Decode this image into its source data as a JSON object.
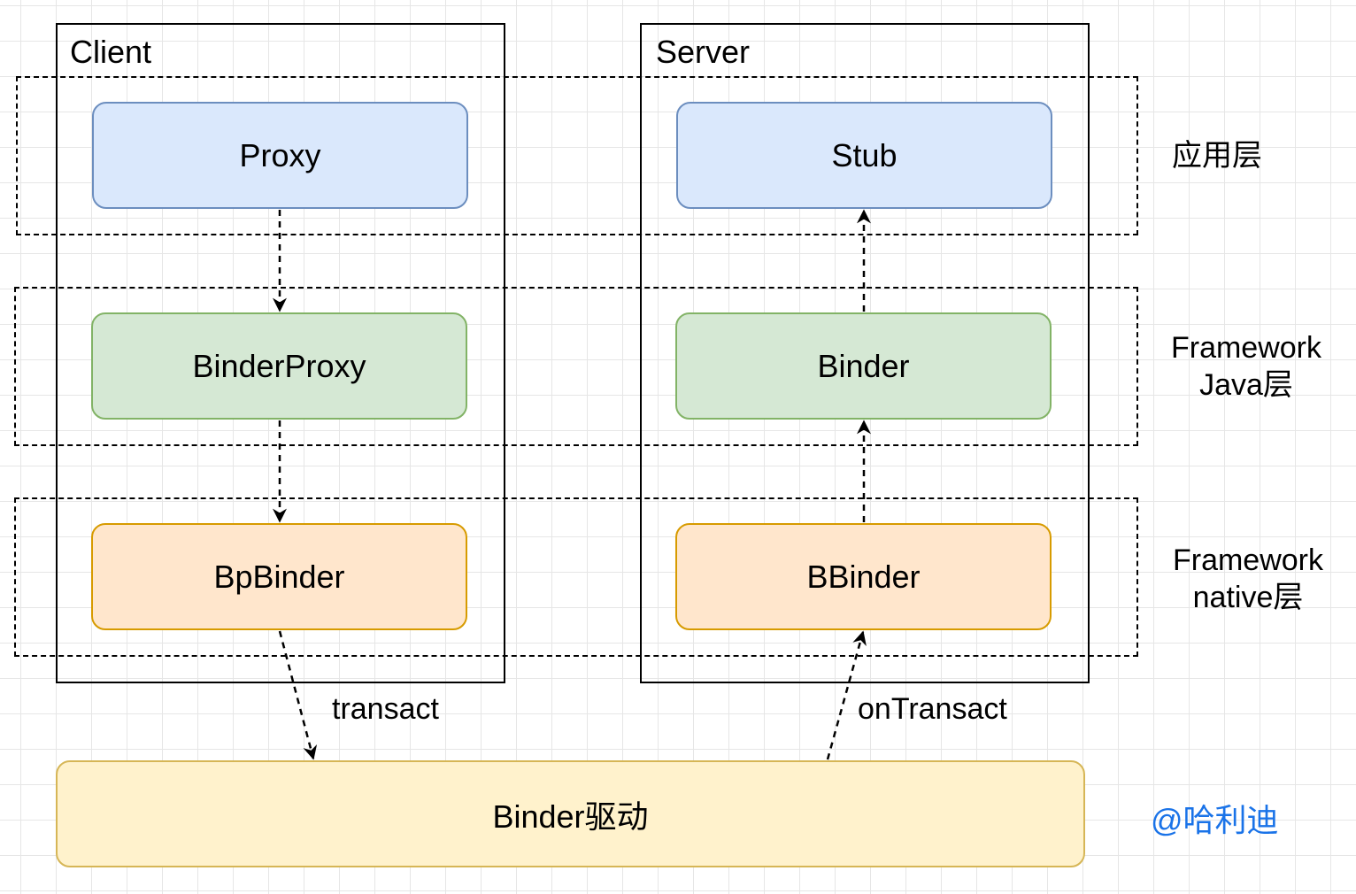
{
  "panels": {
    "client": "Client",
    "server": "Server"
  },
  "nodes": {
    "proxy": "Proxy",
    "binder_proxy": "BinderProxy",
    "bp_binder": "BpBinder",
    "stub": "Stub",
    "binder": "Binder",
    "bbinder": "BBinder",
    "binder_driver": "Binder驱动"
  },
  "layers": {
    "app": "应用层",
    "java_line1": "Framework",
    "java_line2": "Java层",
    "native_line1": "Framework",
    "native_line2": "native层"
  },
  "edges": {
    "transact": "transact",
    "on_transact": "onTransact"
  },
  "watermark": "@哈利迪",
  "colors": {
    "app_fill": "#dae8fc",
    "java_fill": "#d5e8d4",
    "native_fill": "#ffe6cc",
    "driver_fill": "#fff2cc",
    "watermark": "#1a73e8"
  }
}
